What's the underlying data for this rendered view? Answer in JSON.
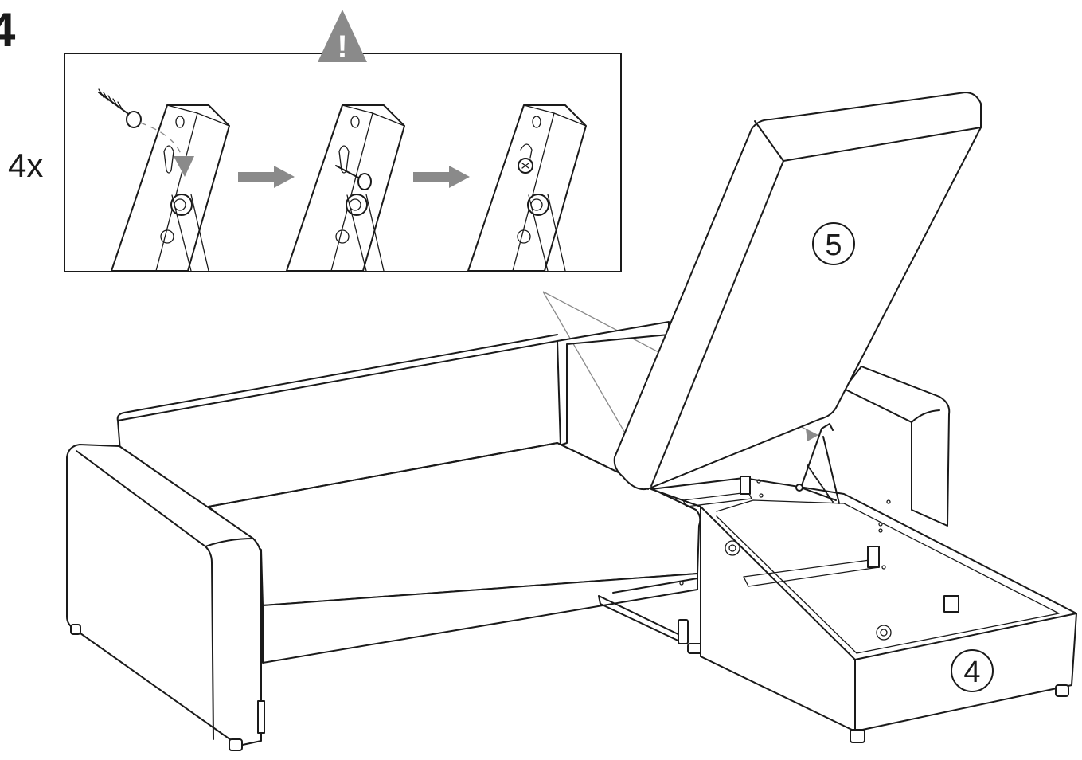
{
  "step": {
    "number": "4"
  },
  "detail_inset": {
    "quantity": "4x",
    "warning_symbol": "!",
    "icon": "warning-triangle-icon",
    "steps": [
      {
        "state": "insert-screw"
      },
      {
        "state": "screw-inserted"
      },
      {
        "state": "screw-locked"
      }
    ]
  },
  "callouts": {
    "seat_lid_number": "5",
    "storage_box_number": "4"
  },
  "colors": {
    "line": "#1a1a1a",
    "accent_gray": "#8a8a8a",
    "background": "#ffffff"
  }
}
